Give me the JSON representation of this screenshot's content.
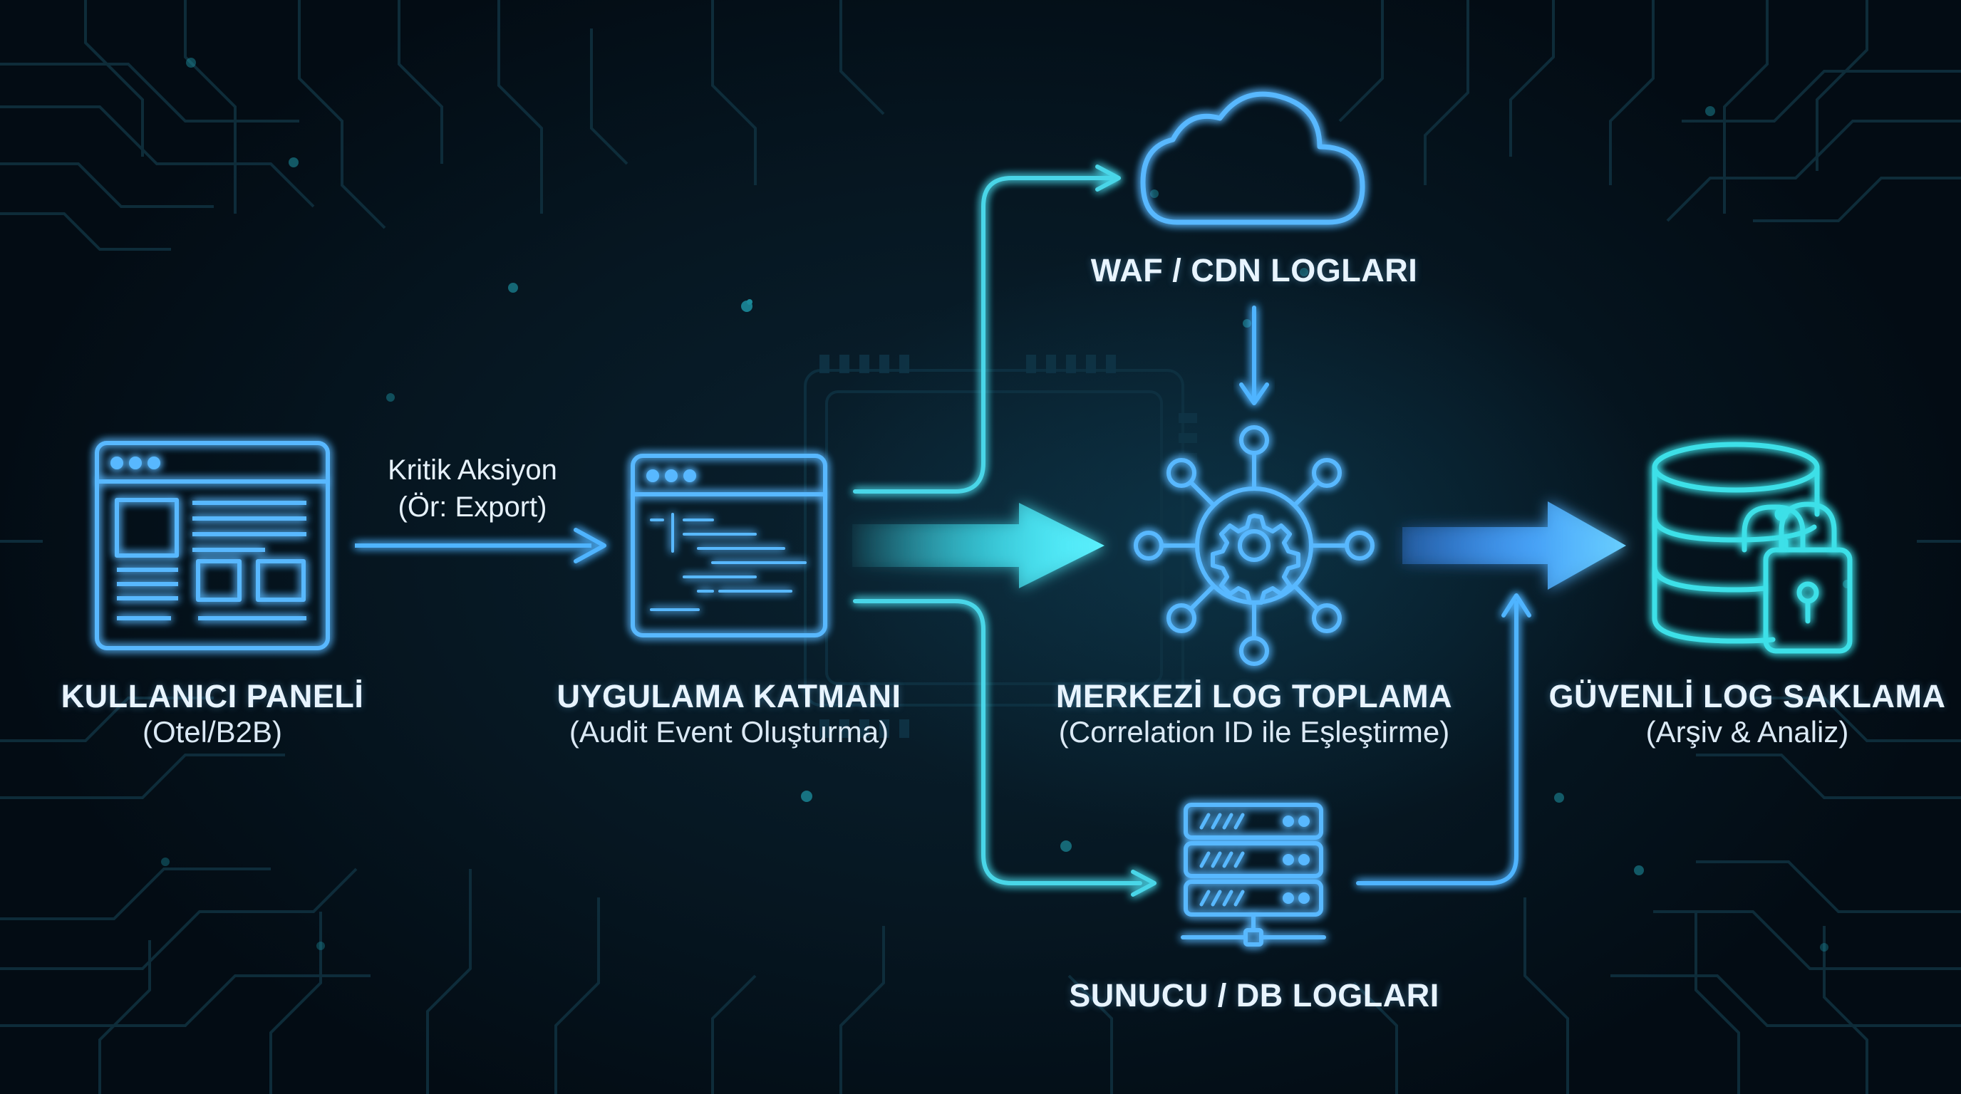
{
  "nodes": {
    "user_panel": {
      "title": "KULLANICI PANELİ",
      "subtitle": "(Otel/B2B)",
      "icon": "browser-window-icon"
    },
    "app_layer": {
      "title": "UYGULAMA KATMANI",
      "subtitle": "(Audit Event Oluşturma)",
      "icon": "code-window-icon"
    },
    "central_log": {
      "title": "MERKEZİ LOG TOPLAMA",
      "subtitle": "(Correlation ID ile Eşleştirme)",
      "icon": "gear-network-hub-icon"
    },
    "waf_cdn": {
      "title": "WAF / CDN LOGLARI",
      "icon": "cloud-icon"
    },
    "server_db": {
      "title": "SUNUCU / DB LOGLARI",
      "icon": "server-rack-icon"
    },
    "secure_storage": {
      "title": "GÜVENLİ LOG SAKLAMA",
      "subtitle": "(Arşiv & Analiz)",
      "icon": "database-lock-icon"
    }
  },
  "edges": {
    "user_to_app": {
      "label_line1": "Kritik Aksiyon",
      "label_line2": "(Ör: Export)"
    }
  },
  "colors": {
    "background": "#04101a",
    "neon_blue": "#4fb4ff",
    "neon_cyan": "#3ee0f0",
    "circuit": "#123040",
    "text": "#e8f4ff"
  }
}
